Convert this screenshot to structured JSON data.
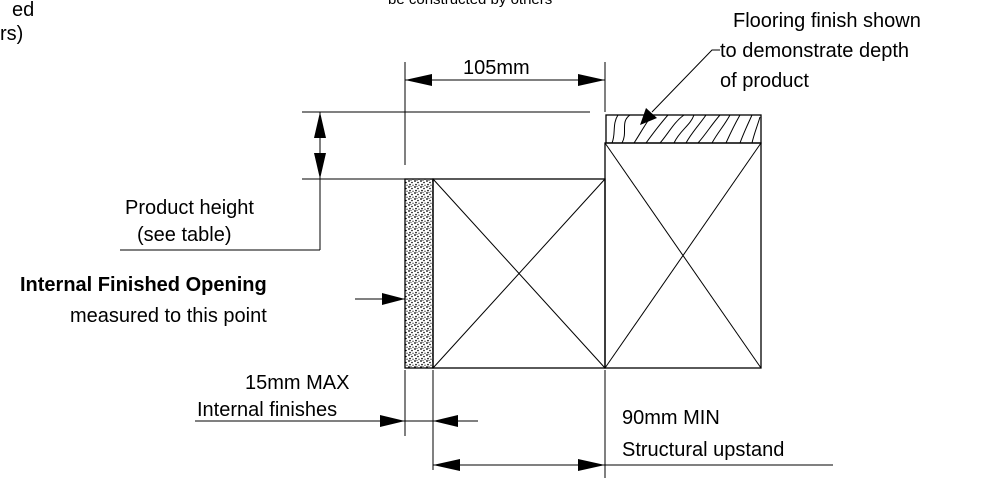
{
  "labels": {
    "top_left_line1": "ed",
    "top_left_line2": "rs)",
    "top_center": "be constructed by others",
    "flooring_line1": "Flooring finish shown",
    "flooring_line2": "to demonstrate depth",
    "flooring_line3": "of product",
    "dim_105": "105mm",
    "product_height_line1": "Product height",
    "product_height_line2": "(see table)",
    "internal_opening_bold": "Internal Finished Opening",
    "internal_opening_sub": "measured to this point",
    "finishes_line1": "15mm MAX",
    "finishes_line2": "Internal finishes",
    "upstand_line1": "90mm MIN",
    "upstand_line2": "Structural upstand"
  },
  "colors": {
    "line": "#000000",
    "background": "#ffffff"
  }
}
